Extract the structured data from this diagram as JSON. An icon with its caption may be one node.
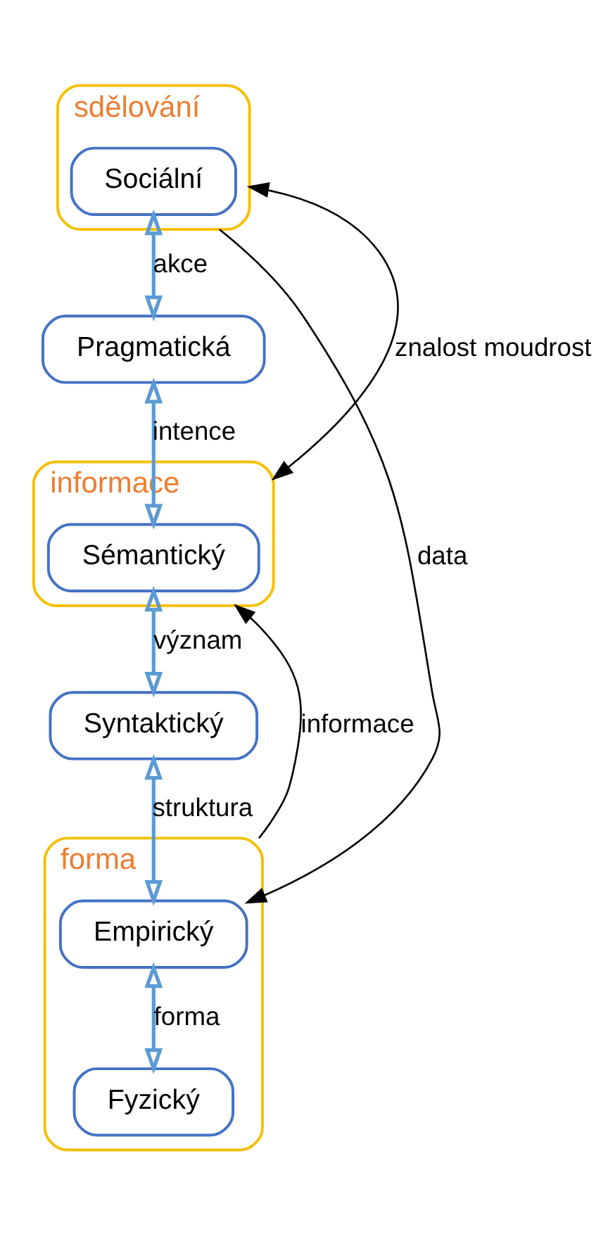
{
  "diagram": {
    "nodes": [
      {
        "text": [
          "sdělování"
        ]
      },
      {
        "text": [
          "Sociální"
        ],
        "in": 0
      },
      {
        "text": [
          "Pragmatická"
        ]
      },
      {
        "text": [
          "informace"
        ]
      },
      {
        "text": [
          "Sémantický"
        ],
        "in": 3
      },
      {
        "text": [
          "Syntaktický"
        ]
      },
      {
        "text": [
          "forma"
        ]
      },
      {
        "text": [
          "Empirický"
        ],
        "in": 6
      },
      {
        "text": [
          "Fyzický"
        ],
        "in": 6
      }
    ],
    "edges": [
      {
        "from": 1,
        "to": 2,
        "arrow": "both",
        "label": "akce"
      },
      {
        "from": 2,
        "to": 4,
        "arrow": "both",
        "label": "intence"
      },
      {
        "from": 4,
        "to": 5,
        "arrow": "both",
        "label": "význam"
      },
      {
        "from": 5,
        "to": 7,
        "arrow": "both",
        "label": "struktura"
      },
      {
        "from": 7,
        "to": 8,
        "arrow": "both",
        "label": "forma"
      },
      {
        "from": 0,
        "to": 7,
        "arrow": "to",
        "label": "data",
        "color": "#000000"
      },
      {
        "from": 3,
        "to": 0,
        "arrow": "both",
        "label": "znalost moudrost",
        "color": "#000000"
      },
      {
        "from": 6,
        "to": 3,
        "arrow": "to",
        "label": "informace",
        "color": "#000000"
      }
    ]
  }
}
